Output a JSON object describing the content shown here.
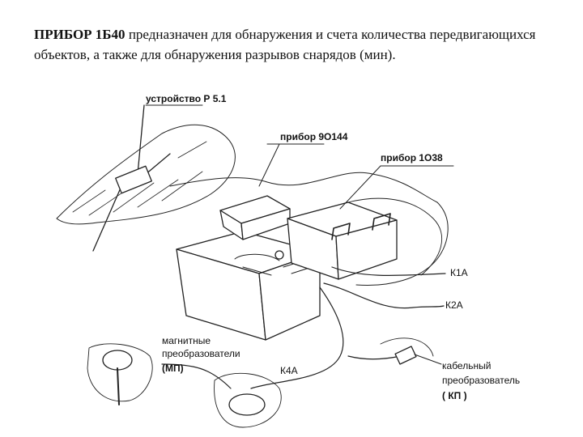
{
  "intro": {
    "title": "ПРИБОР 1Б40",
    "text": "предназначен для обнаружения и счета количества передвигающихся объектов, а также для обнаружения разрывов снарядов (мин)."
  },
  "labels": {
    "device_r51": "устройство Р 5.1",
    "pribor_9o144": "прибор 9О144",
    "pribor_1o38": "прибор 1О38",
    "k1a": "К1А",
    "k2a": "К2А",
    "k4a": "К4А",
    "magnetic_line1": "магнитные",
    "magnetic_line2": "преобразователи",
    "magnetic_abbr": "(МП)",
    "cable_line1": "кабельный",
    "cable_line2": "преобразователь",
    "cable_abbr": "( КП )"
  }
}
